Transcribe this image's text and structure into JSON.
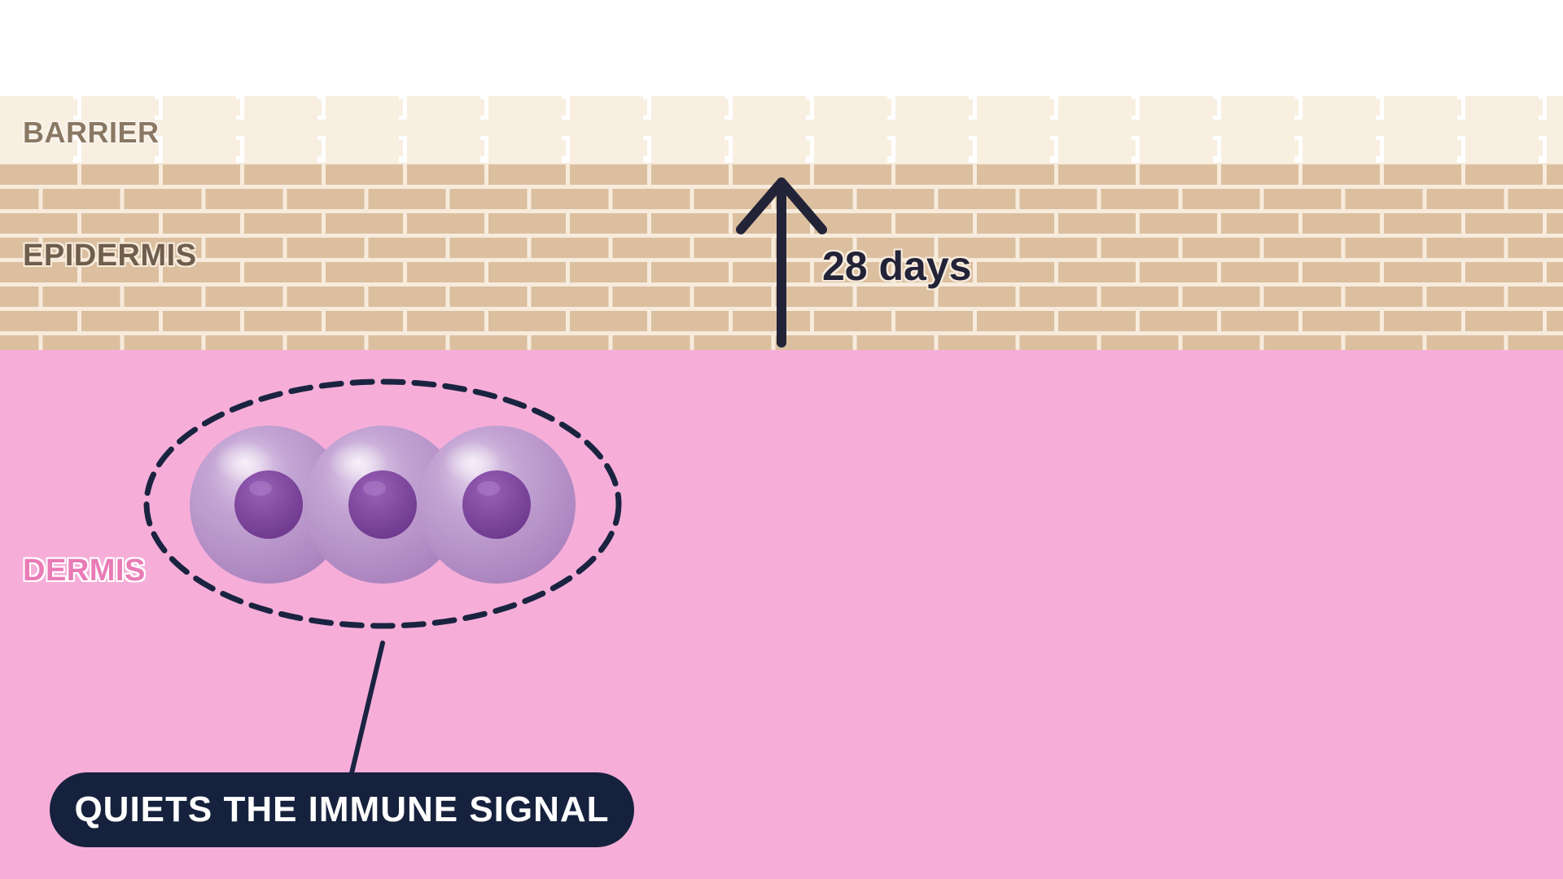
{
  "layers": {
    "barrier": "BARRIER",
    "epidermis": "EPIDERMIS",
    "dermis": "DERMIS"
  },
  "turnover": {
    "label": "28 days"
  },
  "callout": {
    "text": "QUIETS THE IMMUNE SIGNAL"
  },
  "cells": {
    "count": 3
  },
  "colors": {
    "barrier": "#f8efe1",
    "epidermis_brick": "#dbbf9f",
    "epidermis_mortar": "#f7ebdc",
    "dermis": "#f6aed9",
    "cell_body": "#b893c8",
    "cell_nucleus": "#7a449c",
    "outline": "#1a2440",
    "callout_bg": "#16223d"
  },
  "icons": {
    "arrow": "up-arrow-icon",
    "cell": "cell-icon"
  }
}
